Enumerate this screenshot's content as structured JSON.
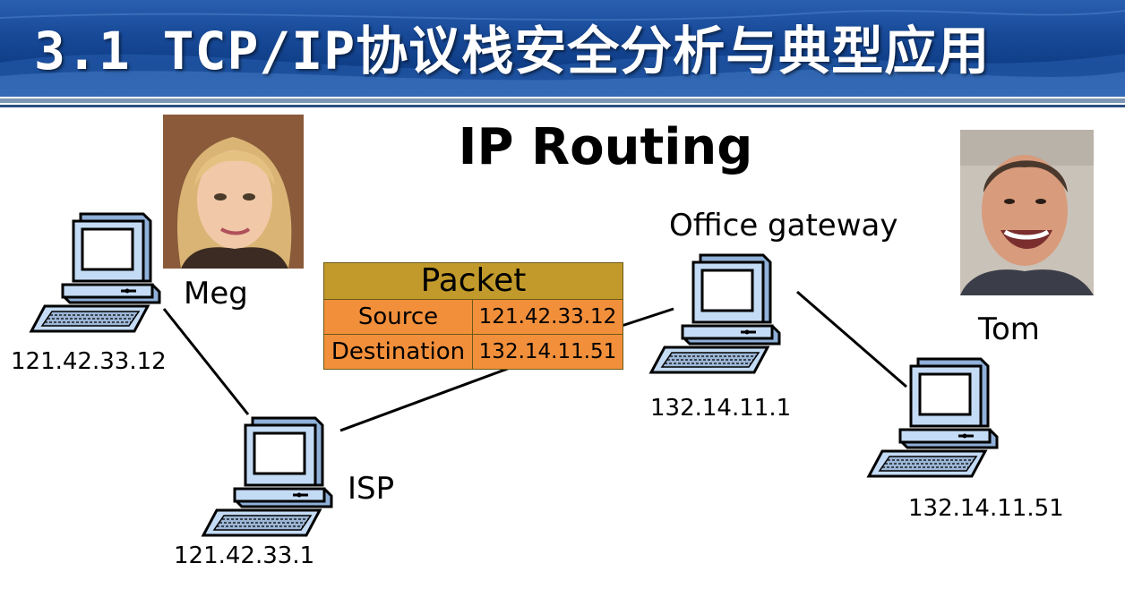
{
  "header": {
    "title": "3.1 TCP/IP协议栈安全分析与典型应用"
  },
  "diagram": {
    "title": "IP Routing",
    "packet": {
      "title": "Packet",
      "rows": [
        {
          "key": "Source",
          "value": "121.42.33.12"
        },
        {
          "key": "Destination",
          "value": "132.14.11.51"
        }
      ]
    },
    "nodes": {
      "meg": {
        "name": "Meg",
        "ip": "121.42.33.12"
      },
      "isp": {
        "name": "ISP",
        "ip": "121.42.33.1"
      },
      "gateway": {
        "name": "Office gateway",
        "ip": "132.14.11.1"
      },
      "tom": {
        "name": "Tom",
        "ip": "132.14.11.51"
      }
    }
  },
  "colors": {
    "header_bg": "#184a99",
    "packet_header": "#c29a2b",
    "packet_row": "#f28f3b",
    "computer_screen": "#b6d2f2"
  }
}
